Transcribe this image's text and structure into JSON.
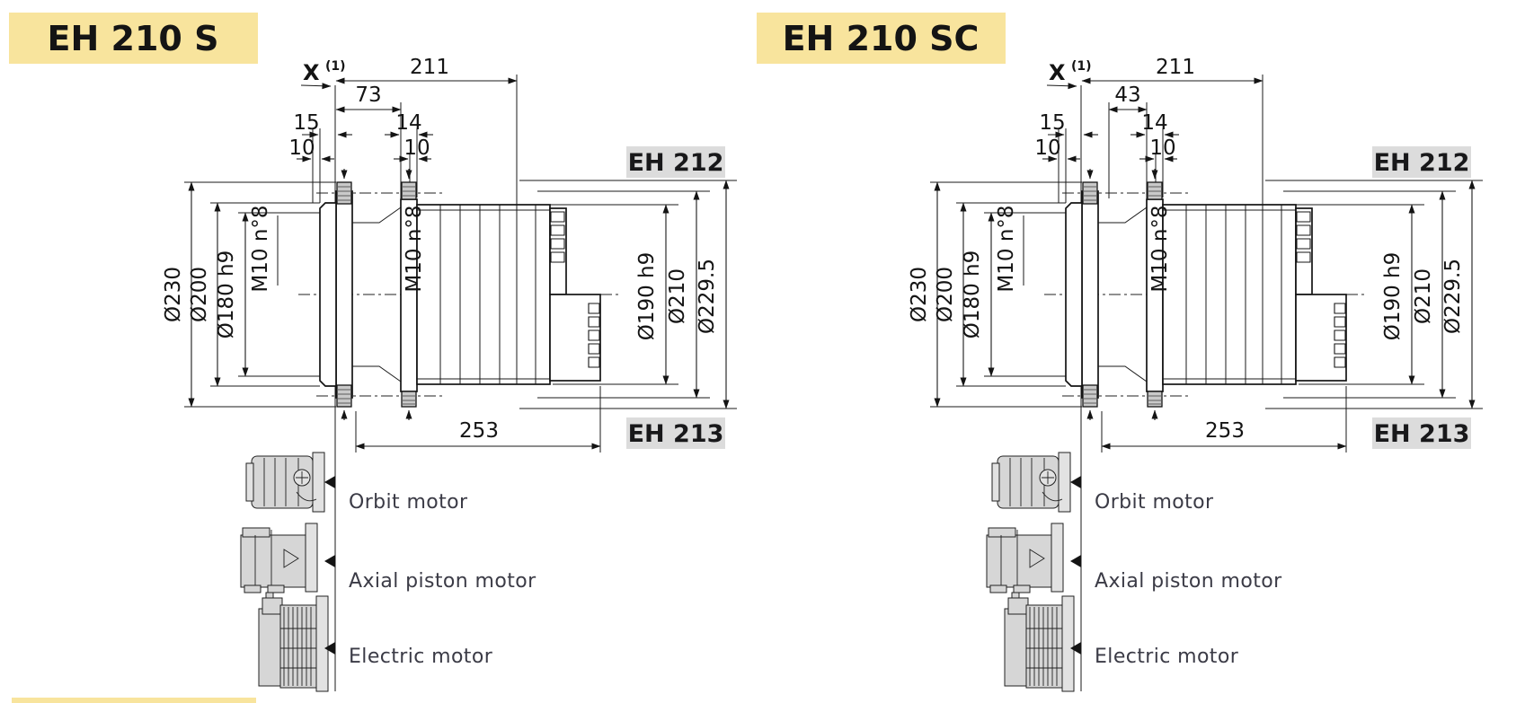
{
  "colors": {
    "banner_bg": "#f8e49d",
    "badge_bg": "#dcdcdc",
    "line": "#1a1a1a",
    "motor_label": "#3b3b46",
    "stud_fill": "#c9c9c9"
  },
  "panels": [
    {
      "title": "EH 210 S",
      "ref_top": "EH 212",
      "ref_bottom": "EH 213",
      "dims": {
        "x_ref": "X",
        "x_ref_sup": "(1)",
        "overall": "211",
        "pilot": "73",
        "stud_left": "15",
        "stud_right": "14",
        "depth_left": "10",
        "depth_right": "10",
        "dia_outer_left": "Ø230",
        "dia_mid_left": "Ø200",
        "dia_pilot_left": "Ø180 h9",
        "thread_left": "M10 n°8",
        "thread_right": "M10 n°8",
        "dia_pilot_right": "Ø190 h9",
        "dia_mid_right": "Ø210",
        "dia_outer_right": "Ø229.5",
        "length": "253"
      },
      "motors": [
        "Orbit motor",
        "Axial piston  motor",
        "Electric motor"
      ]
    },
    {
      "title": "EH 210 SC",
      "ref_top": "EH 212",
      "ref_bottom": "EH 213",
      "dims": {
        "x_ref": "X",
        "x_ref_sup": "(1)",
        "overall": "211",
        "pilot": "43",
        "stud_left": "15",
        "stud_right": "14",
        "depth_left": "10",
        "depth_right": "10",
        "dia_outer_left": "Ø230",
        "dia_mid_left": "Ø200",
        "dia_pilot_left": "Ø180 h9",
        "thread_left": "M10 n°8",
        "thread_right": "M10 n°8",
        "dia_pilot_right": "Ø190 h9",
        "dia_mid_right": "Ø210",
        "dia_outer_right": "Ø229.5",
        "length": "253"
      },
      "motors": [
        "Orbit motor",
        "Axial piston  motor",
        "Electric motor"
      ]
    }
  ]
}
